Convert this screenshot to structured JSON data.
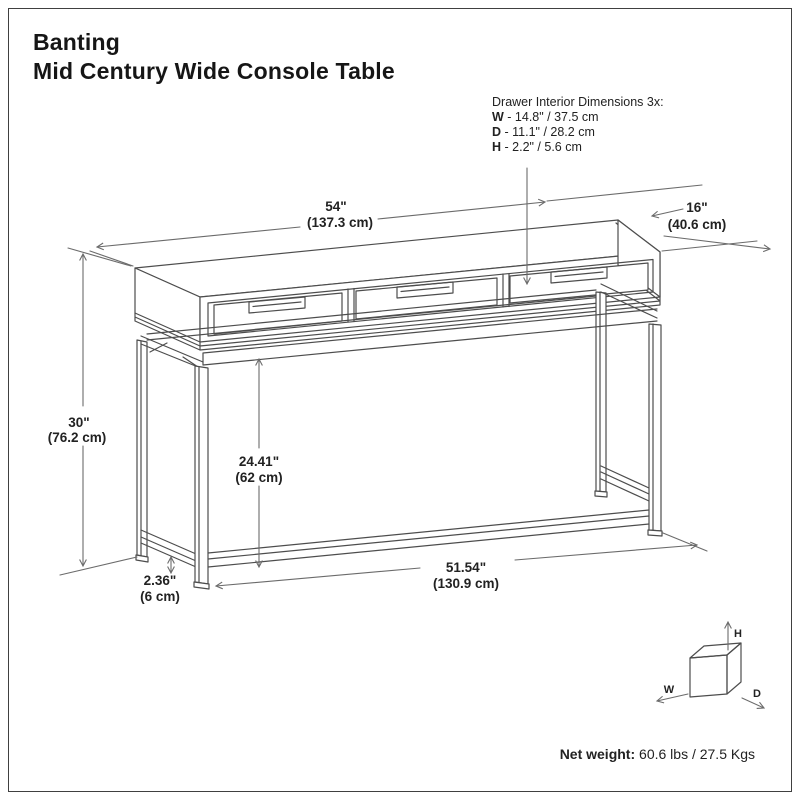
{
  "title": {
    "line1": "Banting",
    "line2": "Mid Century Wide Console Table"
  },
  "drawer_callout": {
    "heading": "Drawer Interior Dimensions 3x:",
    "rows": [
      {
        "key": "W",
        "text": " - 14.8\" / 37.5 cm"
      },
      {
        "key": "D",
        "text": " - 11.1\" / 28.2 cm"
      },
      {
        "key": "H",
        "text": " - 2.2\" / 5.6 cm"
      }
    ]
  },
  "dimensions": {
    "width": {
      "inches": "54\"",
      "cm": "(137.3 cm)"
    },
    "depth": {
      "inches": "16\"",
      "cm": "(40.6 cm)"
    },
    "height": {
      "inches": "30\"",
      "cm": "(76.2 cm)"
    },
    "interior_height": {
      "inches": "24.41\"",
      "cm": "(62 cm)"
    },
    "stretcher_height": {
      "inches": "2.36\"",
      "cm": "(6 cm)"
    },
    "base_width": {
      "inches": "51.54\"",
      "cm": "(130.9 cm)"
    }
  },
  "axis_cube": {
    "w": "W",
    "d": "D",
    "h": "H"
  },
  "net_weight": {
    "label": "Net weight:",
    "value": " 60.6 lbs / 27.5 Kgs"
  },
  "colors": {
    "drawing_line": "#4d4d4d",
    "dimension_line": "#6b6b6b",
    "text": "#1c1c1c",
    "background": "#ffffff",
    "border": "#404040"
  }
}
